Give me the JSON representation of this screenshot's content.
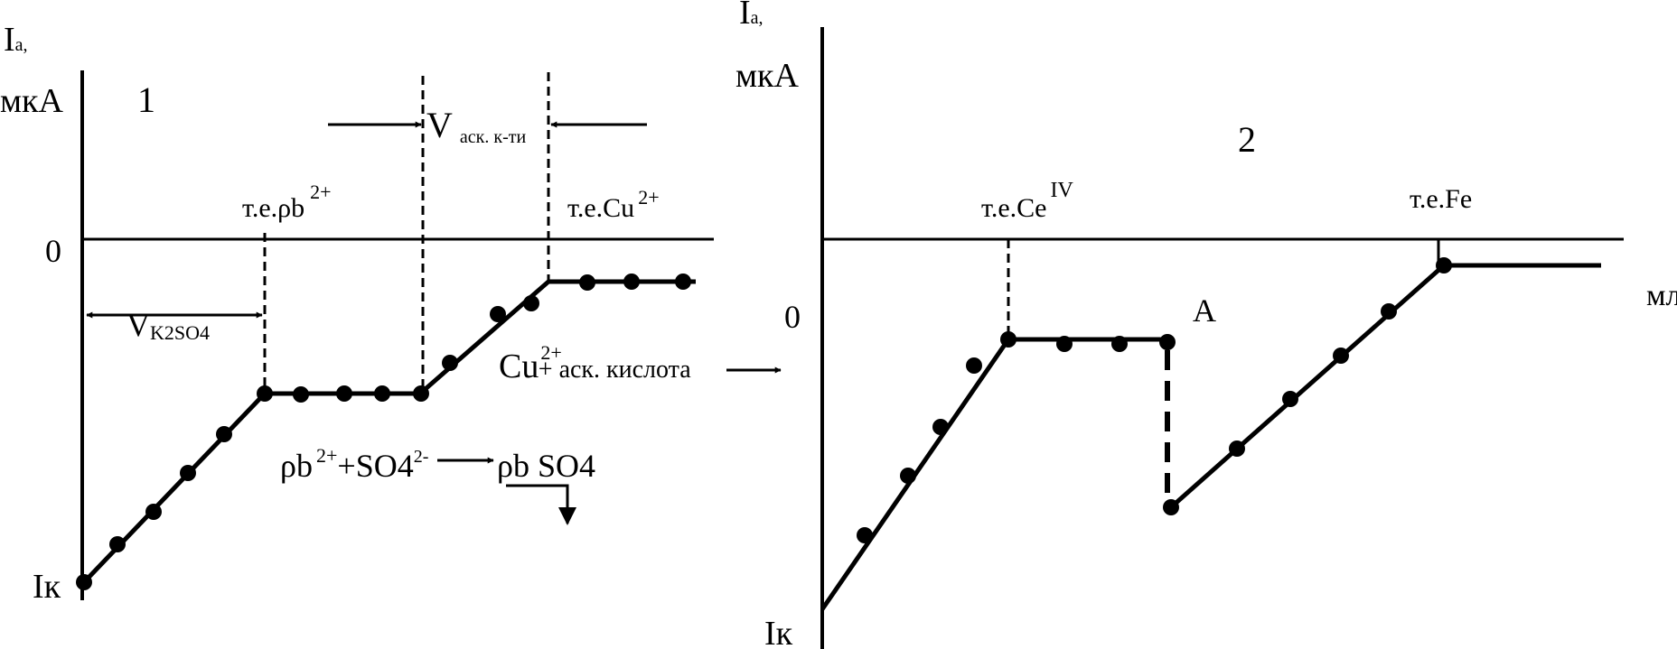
{
  "colors": {
    "ink": "#000000",
    "background": "#ffffff"
  },
  "panel1": {
    "number": "1",
    "y_label_top": "I",
    "y_label_sub": "a,",
    "y_label_unit": "мкА",
    "zero_label": "0",
    "ik_label": "Iк",
    "annotations": {
      "te_pb": {
        "text": "т.е.ρb",
        "sup": "2+"
      },
      "te_cu": {
        "text": "т.е.Cu",
        "sup": "2+"
      },
      "v_k2so4": {
        "main": "V",
        "sub": "K2SO4"
      },
      "v_asc": {
        "main": "V",
        "sub": "аск. к-ти"
      },
      "reaction_cu": {
        "ion": "Cu",
        "charge": "2+",
        "rest": "+ аск. кислота"
      },
      "reaction_pb": {
        "pb": "ρb",
        "pb_charge": "2+",
        "plus_so4": "+SO4",
        "so4_charge": "2-",
        "product": "ρb SO4"
      }
    }
  },
  "panel2": {
    "number": "2",
    "y_label_top": "I",
    "y_label_sub": "a,",
    "y_label_unit": "мкА",
    "zero_label": "0",
    "ik_label": "Iк",
    "x_unit": "мл",
    "point_a": "A",
    "annotations": {
      "te_ce": {
        "text": "т.е.Ce",
        "sup": "IV"
      },
      "te_fe": {
        "text": "т.е.Fe"
      }
    }
  }
}
